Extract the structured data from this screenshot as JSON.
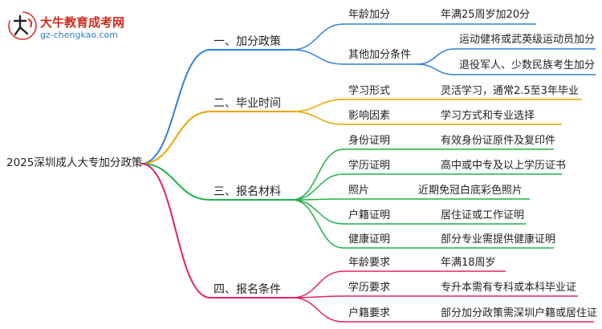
{
  "logo": {
    "title": "大牛教育成考网",
    "url": "gz-chengkao.com",
    "mark_text": "大牛"
  },
  "root": {
    "label": "2025深圳成人大专加分政策"
  },
  "colors": {
    "branch1": "#2e7fd6",
    "branch2": "#e9a400",
    "branch3": "#22b14c",
    "branch4": "#e3226d",
    "logo_red": "#d42b1e",
    "logo_blue": "#2f7fc1"
  },
  "branches": [
    {
      "label": "一、加分政策",
      "children": [
        {
          "label": "年龄加分",
          "children": [
            "年满25周岁加20分"
          ]
        },
        {
          "label": "其他加分条件",
          "children": [
            "运动健将或武英级运动员加分",
            "退役军人、少数民族考生加分"
          ]
        }
      ]
    },
    {
      "label": "二、毕业时间",
      "children": [
        {
          "label": "学习形式",
          "children": [
            "灵活学习，通常2.5至3年毕业"
          ]
        },
        {
          "label": "影响因素",
          "children": [
            "学习方式和专业选择"
          ]
        }
      ]
    },
    {
      "label": "三、报名材料",
      "children": [
        {
          "label": "身份证明",
          "children": [
            "有效身份证原件及复印件"
          ]
        },
        {
          "label": "学历证明",
          "children": [
            "高中或中专及以上学历证书"
          ]
        },
        {
          "label": "照片",
          "children": [
            "近期免冠白底彩色照片"
          ]
        },
        {
          "label": "户籍证明",
          "children": [
            "居住证或工作证明"
          ]
        },
        {
          "label": "健康证明",
          "children": [
            "部分专业需提供健康证明"
          ]
        }
      ]
    },
    {
      "label": "四、报名条件",
      "children": [
        {
          "label": "年龄要求",
          "children": [
            "年满18周岁"
          ]
        },
        {
          "label": "学历要求",
          "children": [
            "专升本需有专科或本科毕业证"
          ]
        },
        {
          "label": "户籍要求",
          "children": [
            "部分加分政策需深圳户籍或居住证"
          ]
        }
      ]
    }
  ]
}
